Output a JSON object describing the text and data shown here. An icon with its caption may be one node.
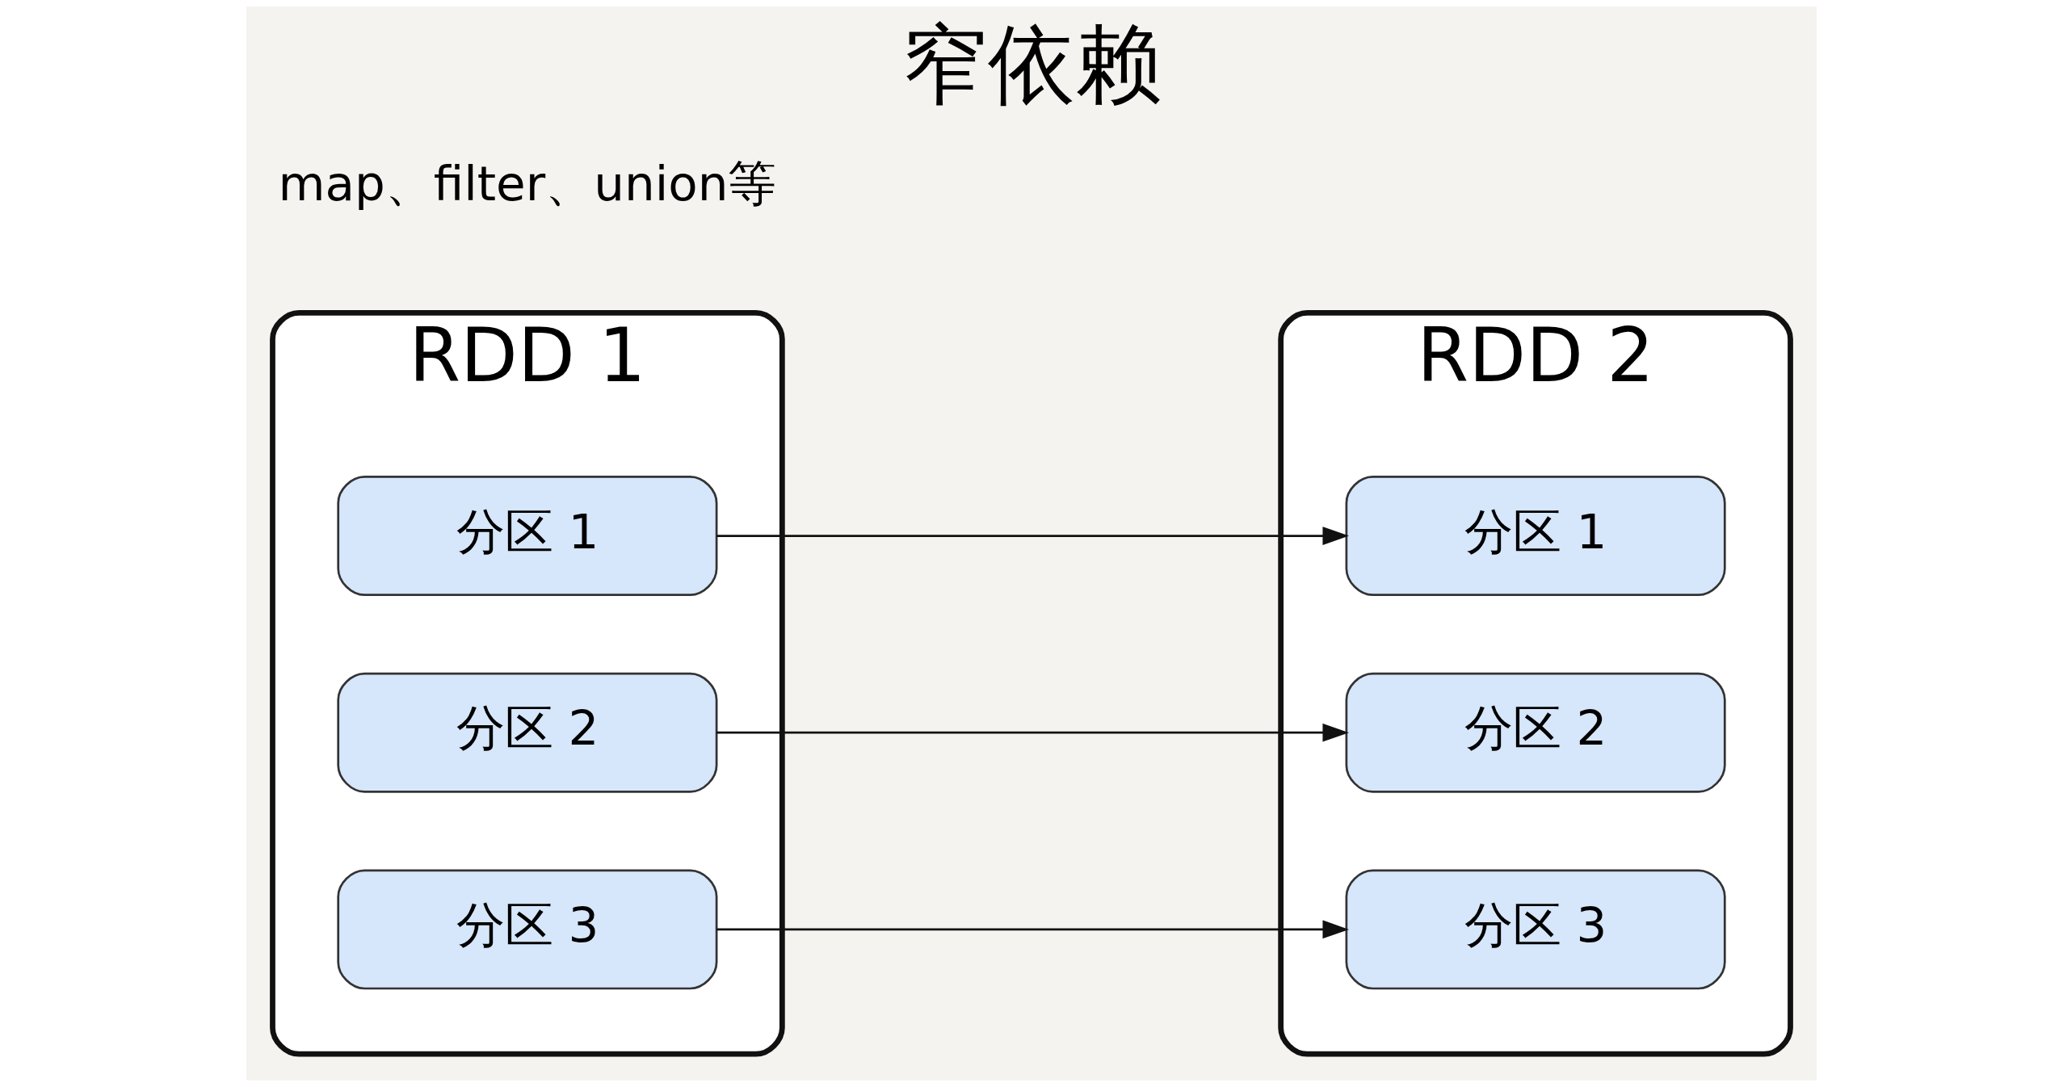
{
  "diagram": {
    "title": "窄依赖",
    "nodes": [
      {
        "text": [
          "RDD 1"
        ]
      },
      {
        "text": [
          "分区 1"
        ],
        "in": 0
      },
      {
        "text": [
          "分区 2"
        ],
        "in": 0
      },
      {
        "text": [
          "分区 3"
        ],
        "in": 0
      },
      {
        "text": [
          "RDD 2"
        ]
      },
      {
        "text": [
          "分区 1"
        ],
        "in": 4
      },
      {
        "text": [
          "分区 2"
        ],
        "in": 4
      },
      {
        "text": [
          "分区 3"
        ],
        "in": 4
      }
    ],
    "edges": [
      {
        "from": 1,
        "to": 5,
        "arrow": "to"
      },
      {
        "from": 2,
        "to": 6,
        "arrow": "to"
      },
      {
        "from": 3,
        "to": 7,
        "arrow": "to"
      }
    ],
    "labels": [
      "map、filter、union等"
    ]
  }
}
